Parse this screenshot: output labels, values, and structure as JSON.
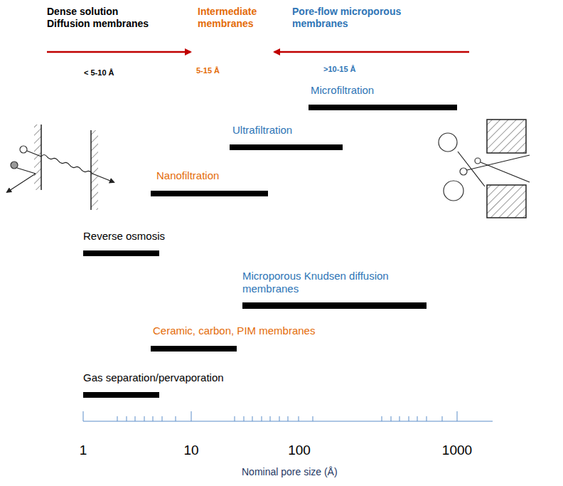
{
  "diagram": {
    "labels": [
      "Dense solution Diffusion membranes",
      "Intermediate membranes",
      "Pore-flow microporous membranes",
      "< 5-10 Å",
      "5-15 Å",
      ">10-15 Å",
      "Microfiltration",
      "Ultrafiltration",
      "Nanofiltration",
      "Reverse osmosis",
      "Microporous Knudsen diffusion membranes",
      "Ceramic, carbon, PIM membranes",
      "Gas separation/pervaporation",
      "1",
      "10",
      "100",
      "1000",
      "Nominal pore size (Å)"
    ]
  }
}
